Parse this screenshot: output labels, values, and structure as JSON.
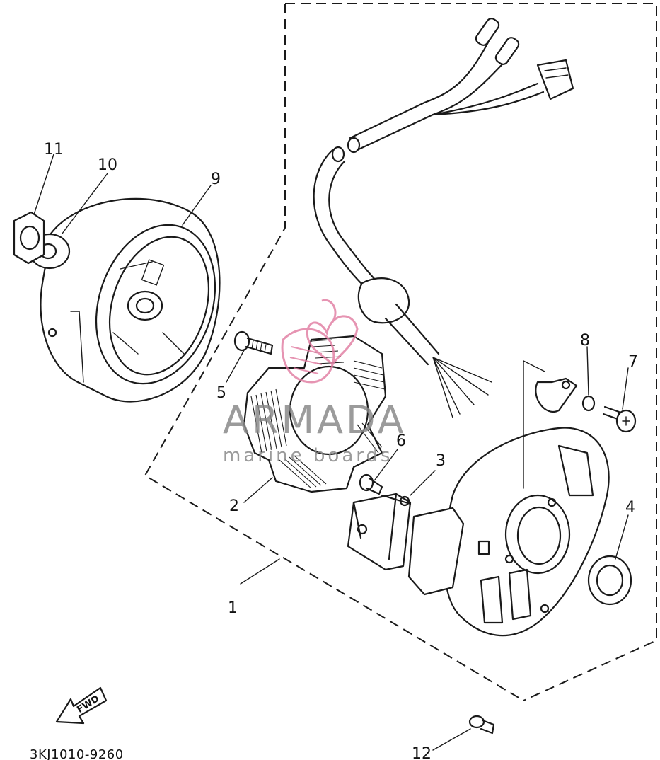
{
  "diagram": {
    "part_number": "3KJ1010-9260",
    "direction_label": "FWD",
    "callouts": [
      "1",
      "2",
      "3",
      "4",
      "5",
      "6",
      "7",
      "8",
      "9",
      "10",
      "11",
      "12"
    ],
    "watermark": {
      "brand": "ARMADA",
      "tagline": "marine boards",
      "color": "#e07aa0"
    }
  }
}
